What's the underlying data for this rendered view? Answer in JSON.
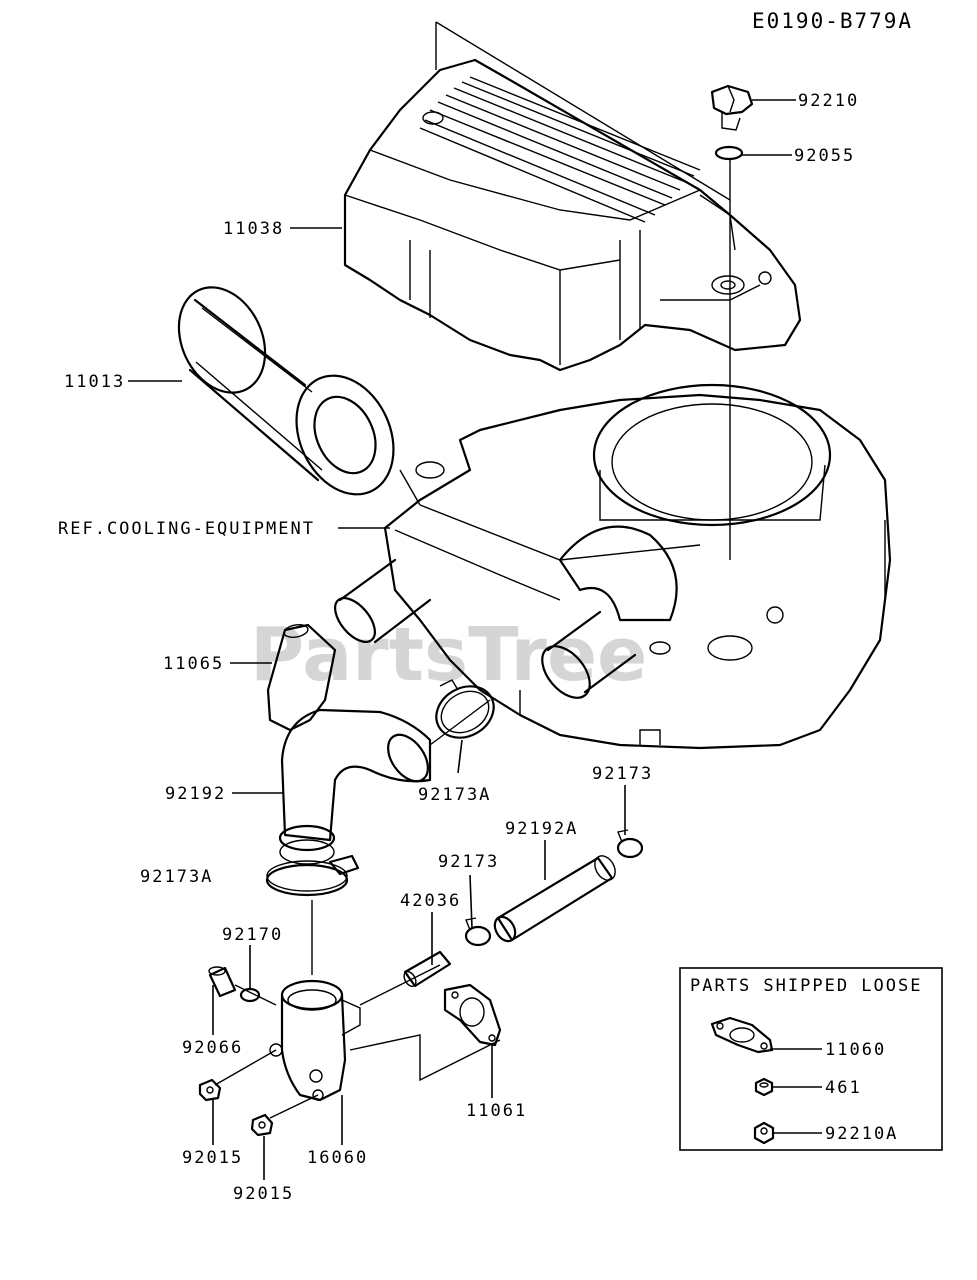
{
  "diagram": {
    "code": "E0190-B779A",
    "watermark": "PartsTree",
    "callouts": {
      "p92210": "92210",
      "p92055": "92055",
      "p11038": "11038",
      "p11013": "11013",
      "ref_cooling": "REF.COOLING-EQUIPMENT",
      "p11065": "11065",
      "p92192": "92192",
      "p92173A_upper": "92173A",
      "p92173_right": "92173",
      "p92192A": "92192A",
      "p92173_mid": "92173",
      "p92173A_lower": "92173A",
      "p42036": "42036",
      "p92170": "92170",
      "p92066": "92066",
      "p11061": "11061",
      "p92015_a": "92015",
      "p16060": "16060",
      "p92015_b": "92015"
    },
    "loose_box": {
      "title": "PARTS SHIPPED LOOSE",
      "p11060": "11060",
      "p461": "461",
      "p92210A": "92210A"
    }
  }
}
